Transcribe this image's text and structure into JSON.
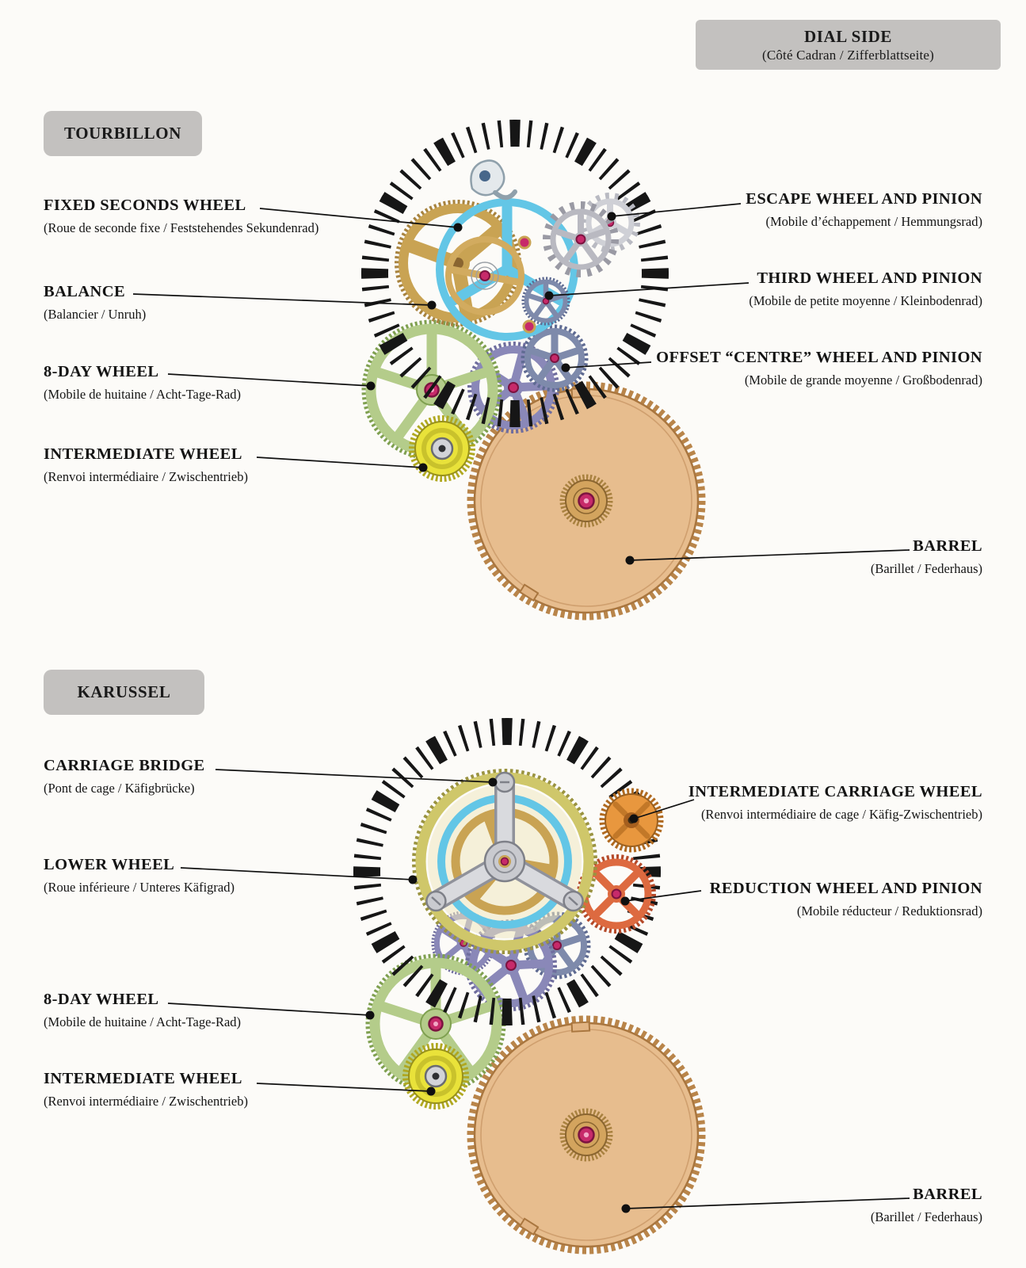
{
  "header": {
    "dial_side_title": "DIAL SIDE",
    "dial_side_subtitle": "(Côté Cadran / Zifferblattseite)"
  },
  "tourbillon": {
    "badge": "TOURBILLON",
    "labels": {
      "fixed_seconds_wheel": {
        "title": "FIXED SECONDS WHEEL",
        "subtitle": "(Roue de seconde fixe / Feststehendes Sekundenrad)"
      },
      "balance": {
        "title": "BALANCE",
        "subtitle": "(Balancier / Unruh)"
      },
      "eight_day_wheel": {
        "title": "8-DAY WHEEL",
        "subtitle": "(Mobile de huitaine / Acht-Tage-Rad)"
      },
      "intermediate_wheel": {
        "title": "INTERMEDIATE WHEEL",
        "subtitle": "(Renvoi intermédiaire / Zwischentrieb)"
      },
      "escape_wheel": {
        "title": "ESCAPE WHEEL AND PINION",
        "subtitle": "(Mobile d’échappement / Hemmungsrad)"
      },
      "third_wheel": {
        "title": "THIRD WHEEL AND PINION",
        "subtitle": "(Mobile de petite moyenne / Kleinbodenrad)"
      },
      "offset_centre_wheel": {
        "title": "OFFSET “CENTRE” WHEEL AND PINION",
        "subtitle": "(Mobile de grande moyenne / Großbodenrad)"
      },
      "barrel": {
        "title": "BARREL",
        "subtitle": "(Barillet / Federhaus)"
      }
    }
  },
  "karussel": {
    "badge": "KARUSSEL",
    "labels": {
      "carriage_bridge": {
        "title": "CARRIAGE BRIDGE",
        "subtitle": "(Pont de cage / Käfigbrücke)"
      },
      "lower_wheel": {
        "title": "LOWER WHEEL",
        "subtitle": "(Roue inférieure / Unteres Käfigrad)"
      },
      "eight_day_wheel": {
        "title": "8-DAY WHEEL",
        "subtitle": "(Mobile de huitaine / Acht-Tage-Rad)"
      },
      "intermediate_wheel": {
        "title": "INTERMEDIATE WHEEL",
        "subtitle": "(Renvoi intermédiaire / Zwischentrieb)"
      },
      "intermediate_carriage_wheel": {
        "title": "INTERMEDIATE CARRIAGE WHEEL",
        "subtitle": "(Renvoi intermédiaire de cage / Käfig-Zwischentrieb)"
      },
      "reduction_wheel": {
        "title": "REDUCTION WHEEL AND PINION",
        "subtitle": "(Mobile réducteur / Reduktionsrad)"
      },
      "barrel": {
        "title": "BARREL",
        "subtitle": "(Barillet / Federhaus)"
      }
    }
  },
  "colors": {
    "badge_bg": "#c3c1bf",
    "barrel": "#e7bd8e",
    "eight_day_wheel": "#b4cc8a",
    "intermediate_wheel": "#e9e23a",
    "carriage_cyan": "#63c6e6",
    "gold": "#c9a353",
    "jewel_pink": "#c72a6a",
    "purple": "#8a88b8",
    "olive": "#cfc76a",
    "orange": "#e8973e",
    "red": "#dd6a40",
    "steel": "#c9cacf"
  }
}
